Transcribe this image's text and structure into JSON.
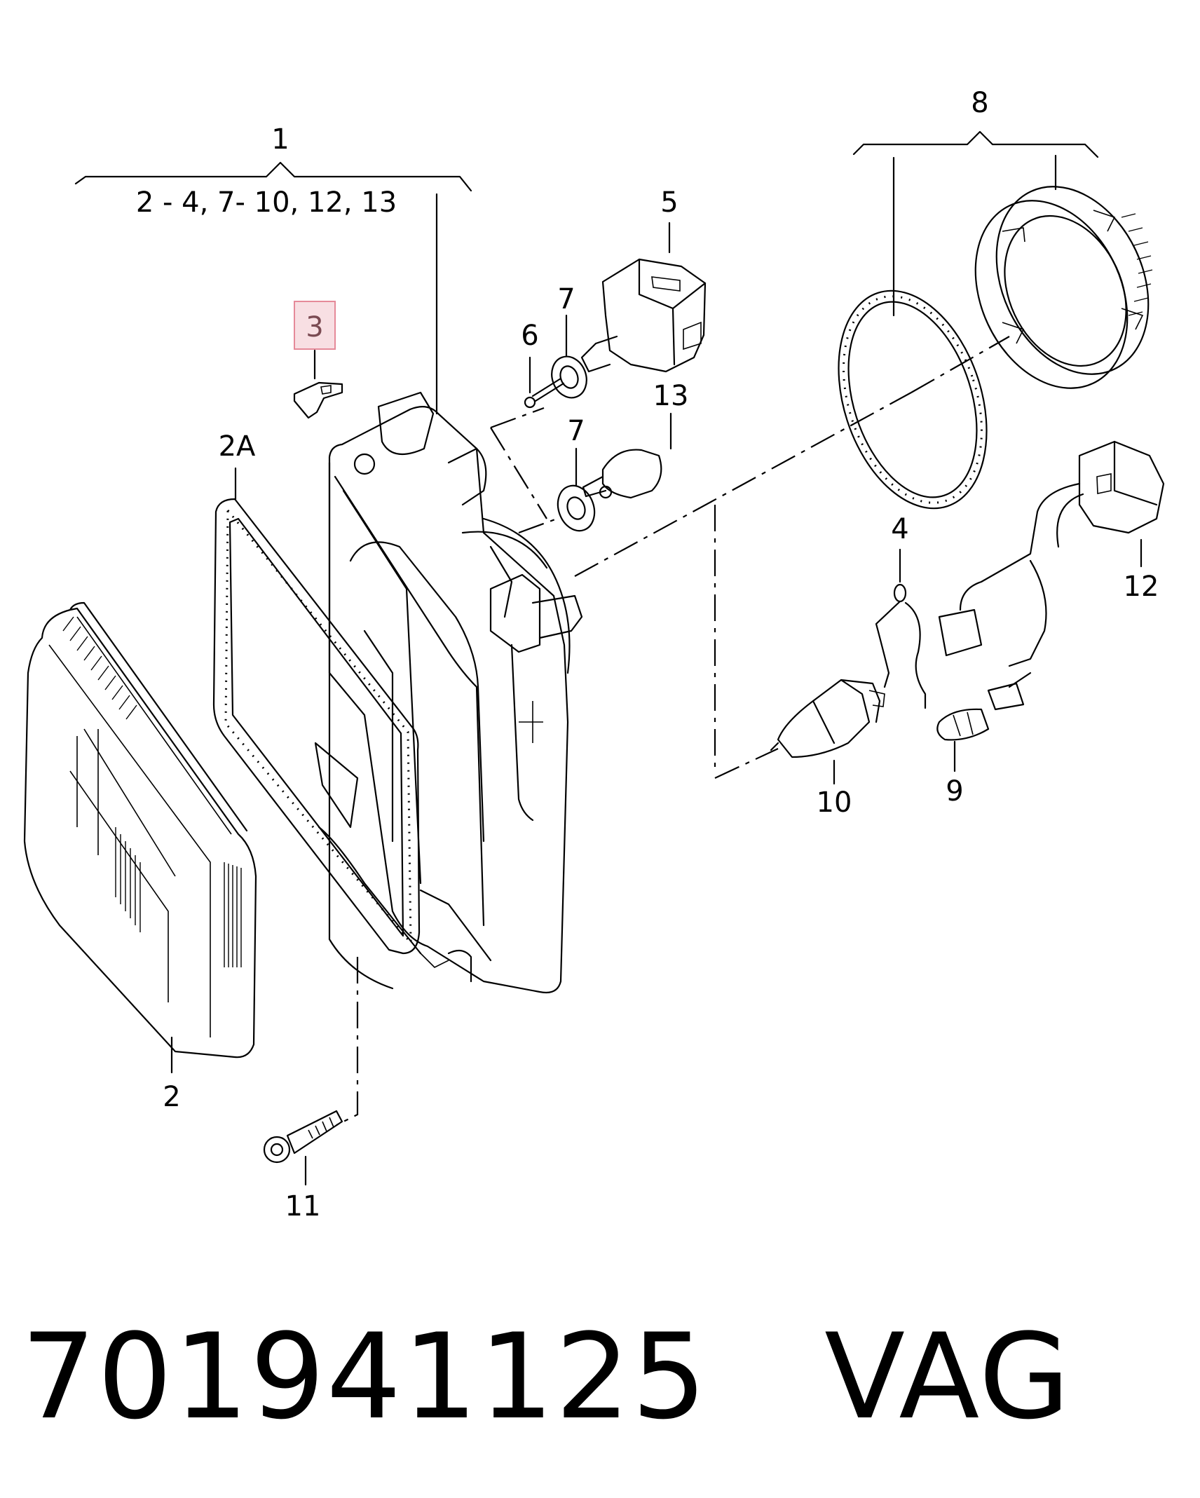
{
  "callouts": {
    "c1": "1",
    "c1_range": "2 - 4,  7- 10, 12, 13",
    "c2": "2",
    "c2a": "2A",
    "c3": "3",
    "c4": "4",
    "c5": "5",
    "c6": "6",
    "c7a": "7",
    "c7b": "7",
    "c8": "8",
    "c9": "9",
    "c10": "10",
    "c11": "11",
    "c12": "12",
    "c13": "13"
  },
  "highlight": {
    "callout": "3",
    "fill": "#f8dfe3",
    "stroke": "#e58a99"
  },
  "footer": {
    "part_number": "701941125",
    "brand": "VAG"
  }
}
